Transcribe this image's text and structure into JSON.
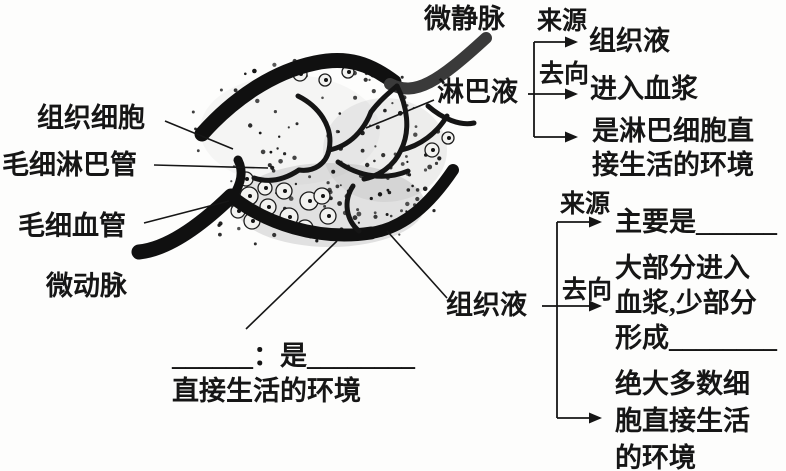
{
  "figure": {
    "type": "biology-internal-environment-diagram",
    "language": "zh-CN"
  },
  "illustration_labels": {
    "tissue_cell": "组织细胞",
    "lymphatic_capillary": "毛细淋巴管",
    "blood_capillary": "毛细血管",
    "arteriole": "微动脉",
    "venule": "微静脉"
  },
  "lymph_section": {
    "title": "淋巴液",
    "source_label": "来源",
    "source_value": "组织液",
    "destination_label": "去向",
    "destination_value_1": "进入血浆",
    "destination_value_2": "是淋巴细胞直\n接生活的环境"
  },
  "tissue_fluid_section": {
    "title": "组织液",
    "source_label": "来源",
    "source_value": "主要是______",
    "destination_label": "去向",
    "destination_value_1": "大部分进入\n血浆,少部分\n形成________",
    "destination_value_2": "绝大多数细\n胞直接生活\n的环境"
  },
  "bottom_note": {
    "text": "______：是________\n直接生活的环境"
  },
  "colors": {
    "ink": "#161616",
    "vessel_black": "#101010",
    "venule_gray": "#3a3a3a",
    "shading_gray": "#9a9a9a"
  }
}
